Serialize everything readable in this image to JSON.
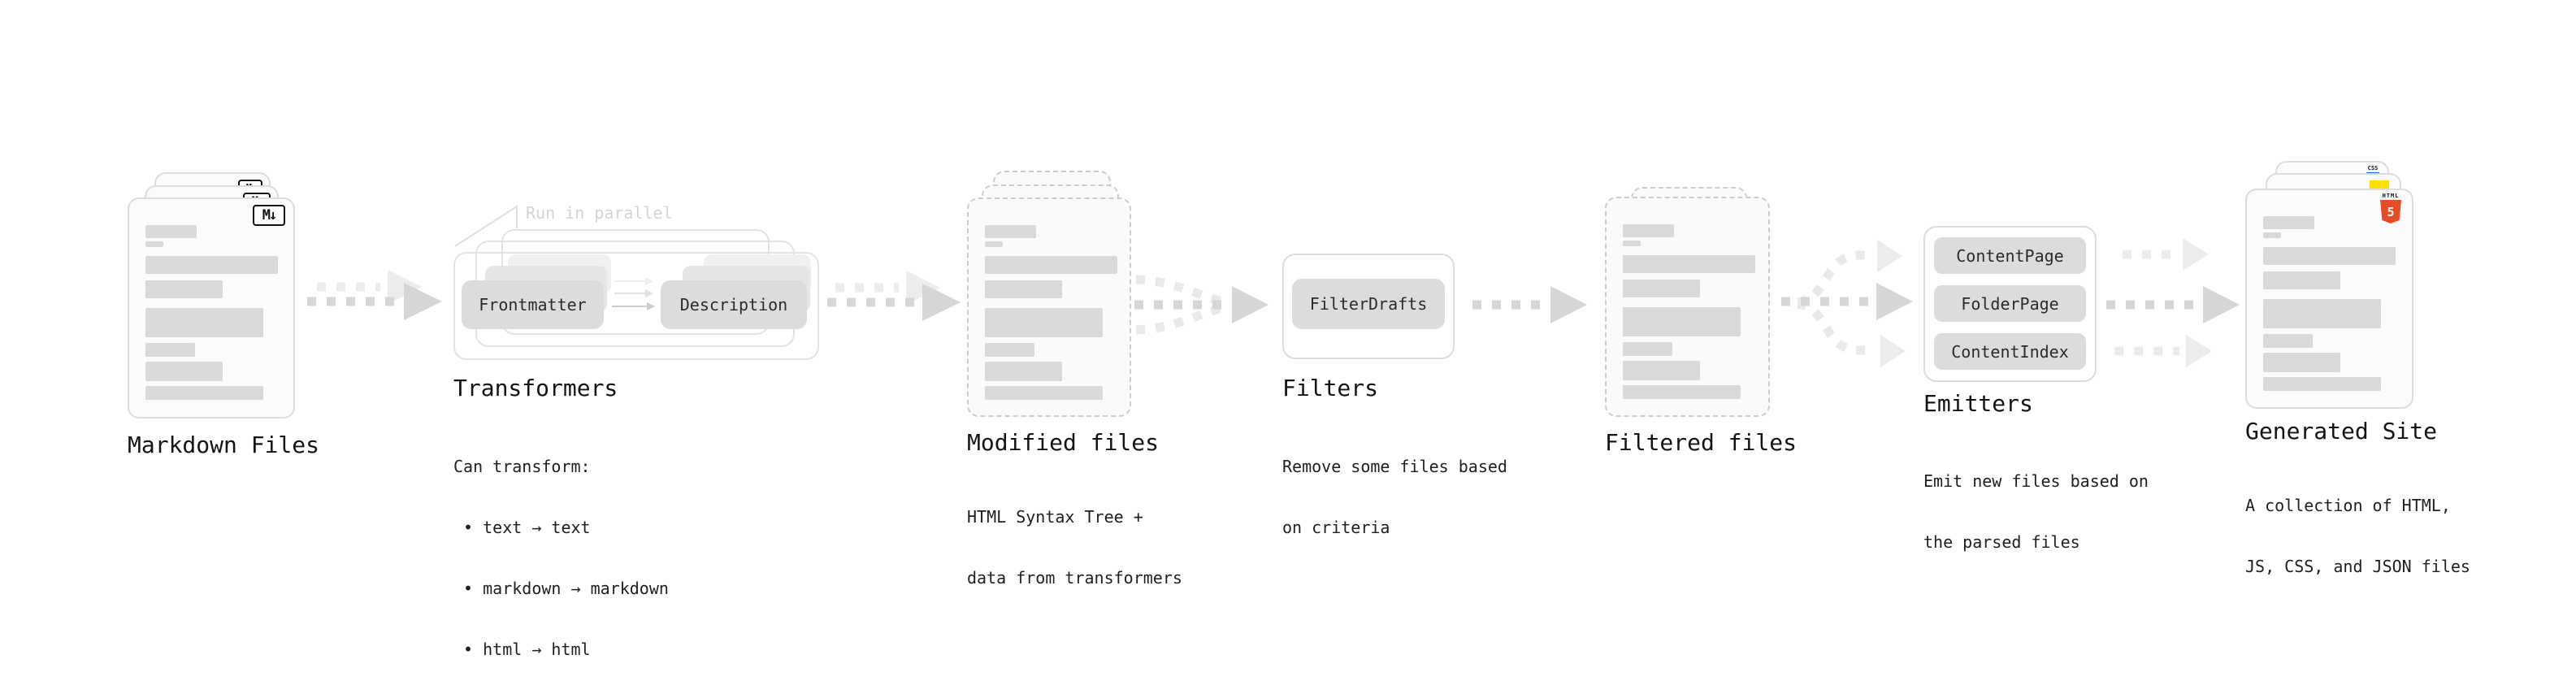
{
  "colors": {
    "label": "#141414",
    "desc": "#1f1f1f",
    "muted": "#d4d4d4",
    "bar": "#d9d9d9",
    "pill_bg": "#dcdcdc",
    "pill_ghost1": "#e6e6e6",
    "pill_ghost2": "#f0f0f0",
    "card_bg": "#fbfbfb",
    "card_border": "#dcdcdc",
    "dashed_border": "#cccccc",
    "dashed_bg": "#fafafa",
    "box_border": "#e3e3e3",
    "arrow_dark": "#d6d6d6",
    "arrow_light": "#ececec",
    "arrow_curve": "#e9e9e9",
    "html5_orange": "#e44d26",
    "js_yellow": "#ffe000",
    "css_blue": "#2862f0",
    "md_icon": "#111111"
  },
  "stages": {
    "markdown": {
      "label": "Markdown Files",
      "badge": "M↓"
    },
    "transformers": {
      "label": "Transformers",
      "annotation": "Run in parallel",
      "pill_left": "Frontmatter",
      "pill_right": "Description",
      "desc_lines": [
        "Can transform:",
        " • text → text",
        " • markdown → markdown",
        " • html → html"
      ]
    },
    "modified": {
      "label": "Modified files",
      "desc_lines": [
        "HTML Syntax Tree +",
        "data from transformers"
      ]
    },
    "filters": {
      "label": "Filters",
      "pill": "FilterDrafts",
      "desc_lines": [
        "Remove some files based",
        "on criteria"
      ]
    },
    "filtered": {
      "label": "Filtered files"
    },
    "emitters": {
      "label": "Emitters",
      "pills": [
        "ContentPage",
        "FolderPage",
        "ContentIndex"
      ],
      "desc_lines": [
        "Emit new files based on",
        "the parsed files"
      ]
    },
    "generated": {
      "label": "Generated Site",
      "badge_html": "HTML",
      "badge_5": "5",
      "badge_css": "CSS",
      "desc_lines": [
        "A collection of HTML,",
        "JS, CSS, and JSON files"
      ]
    }
  }
}
